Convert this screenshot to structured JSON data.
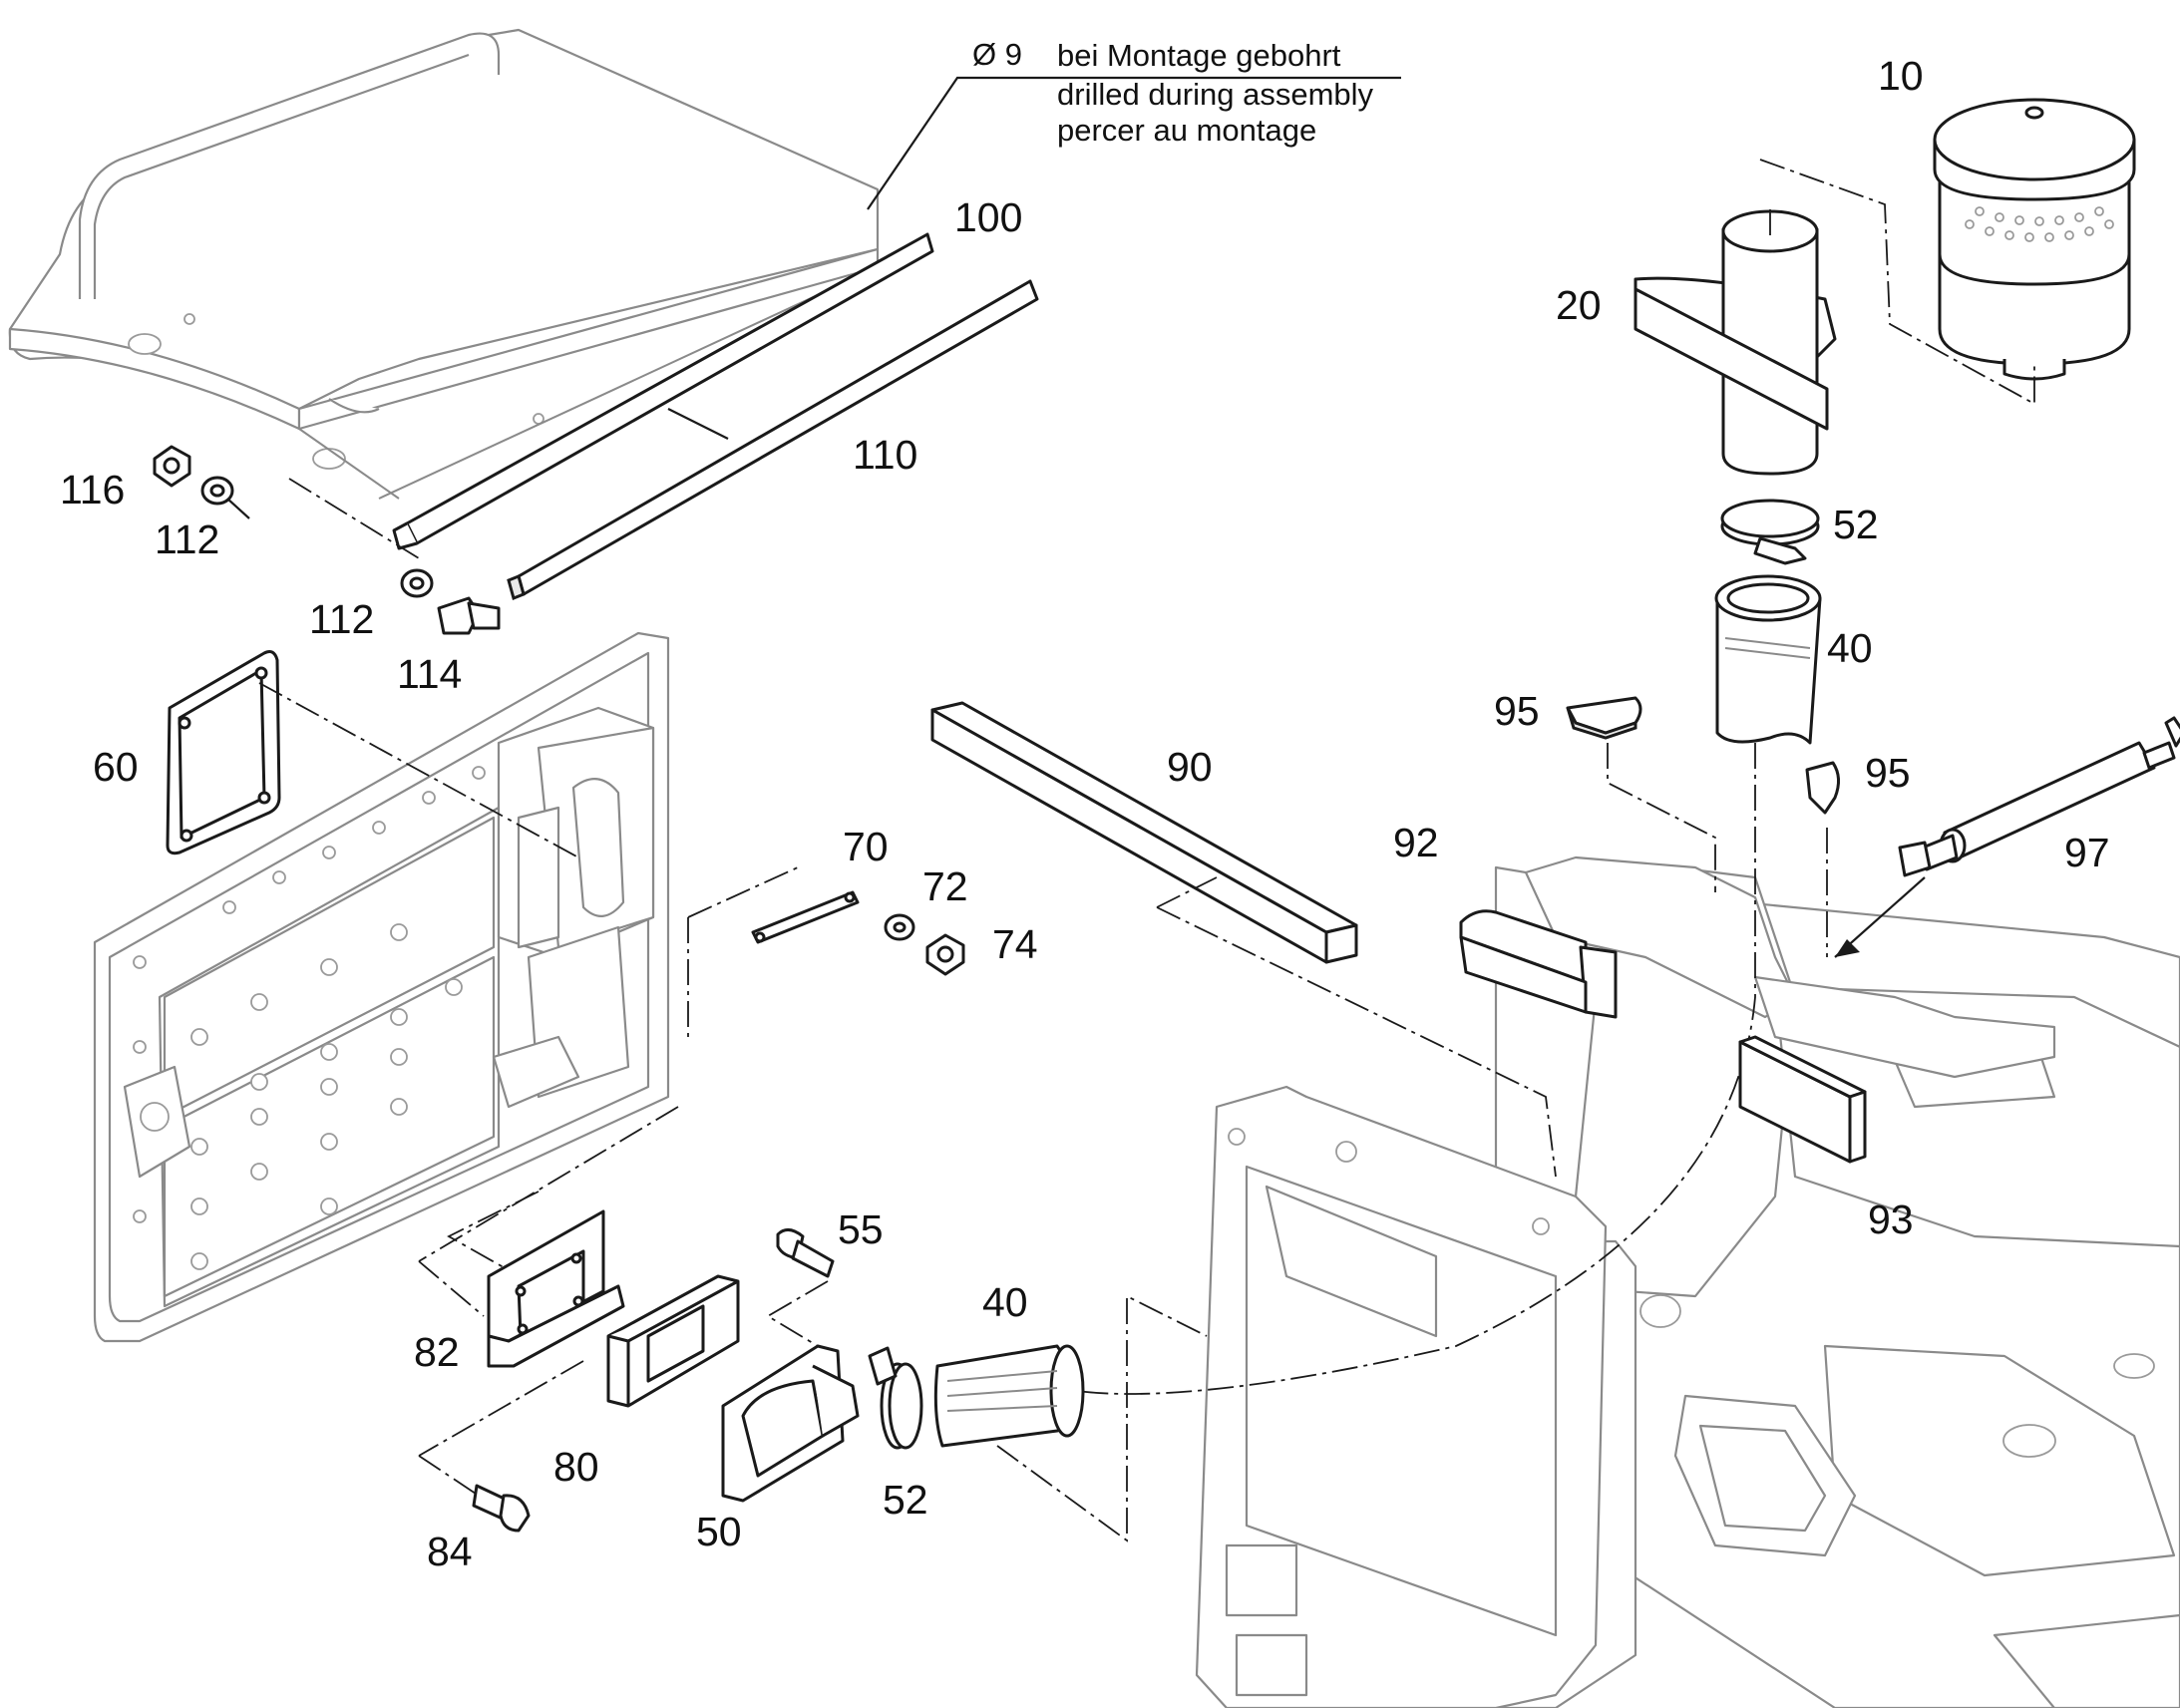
{
  "drawing": {
    "note": {
      "diameter": "Ø 9",
      "line_de": "bei Montage gebohrt",
      "line_en": "drilled during assembly",
      "line_fr": "percer au montage"
    },
    "callouts": {
      "c10": "10",
      "c20": "20",
      "c52_top": "52",
      "c40_top": "40",
      "c100": "100",
      "c110": "110",
      "c116": "116",
      "c112_a": "112",
      "c112_b": "112",
      "c114": "114",
      "c60": "60",
      "c90": "90",
      "c95_a": "95",
      "c95_b": "95",
      "c97": "97",
      "c92": "92",
      "c93": "93",
      "c70": "70",
      "c72": "72",
      "c74": "74",
      "c55": "55",
      "c40_bottom": "40",
      "c82": "82",
      "c80": "80",
      "c50": "50",
      "c52_bottom": "52",
      "c84": "84"
    }
  }
}
